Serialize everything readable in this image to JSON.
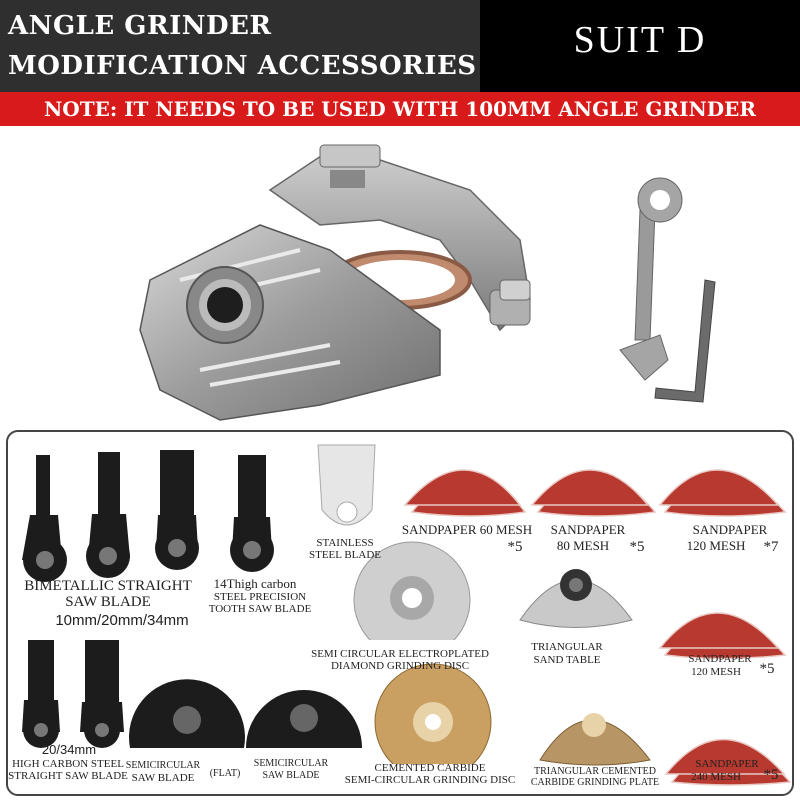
{
  "header": {
    "title_line1": "Angle grinder",
    "title_line2": "modification accessories",
    "suit": "SUIT D",
    "note": "NOTE: IT NEEDS TO BE USED WITH 100MM ANGLE GRINDER"
  },
  "accessories": {
    "bimetallic": "BIMETALLIC STRAIGHT",
    "bimetallic2": "SAW BLADE",
    "hc14_1": "14Thigh carbon",
    "hc14_2": "steel precision",
    "hc14_3": "tooth saw blade",
    "sizes": "10mm/20mm/34mm",
    "stainless1": "STAINLESS",
    "stainless2": "STEEL BLADE",
    "sp60_1": "SANDPAPER 60 MESH",
    "sp60_2": "*5",
    "sp80_1": "SANDPAPER",
    "sp80_2": "80 MESH",
    "sp80_3": "*5",
    "sp120a_1": "SANDPAPER",
    "sp120a_2": "120 MESH",
    "sp120a_3": "*7",
    "semidiamond1": "SEMI CIRCULAR ELECTROPLATED",
    "semidiamond2": "DIAMOND GRINDING DISC",
    "tri_sand1": "TRIANGULAR",
    "tri_sand2": "SAND TABLE",
    "sp120b_1": "SANDPAPER",
    "sp120b_2": "120 MESH",
    "sp120b_3": "*5",
    "size2034": "20/34mm",
    "hcs1": "HIGH CARBON STEEL",
    "hcs2": "STRAIGHT SAW BLADE",
    "semiflat1": "SEMICIRCULAR",
    "semiflat2": "SAW BLADE",
    "semiflat3": "(FLAT)",
    "semi1": "SEMICIRCULAR",
    "semi2": "SAW BLADE",
    "cemented1": "CEMENTED CARBIDE",
    "cemented2": "SEMI-CIRCULAR GRINDING DISC",
    "tricem1": "TRIANGULAR CEMENTED",
    "tricem2": "CARBIDE GRINDING PLATE",
    "sp240_1": "SANDPAPER",
    "sp240_2": "240 MESH",
    "sp240_3": "*5"
  },
  "colors": {
    "header_bg": "#2f2f2f",
    "suit_bg": "#000000",
    "note_bg": "#d81a1a",
    "sandpaper": "#b7392f",
    "metal": "#a9a9a9"
  }
}
